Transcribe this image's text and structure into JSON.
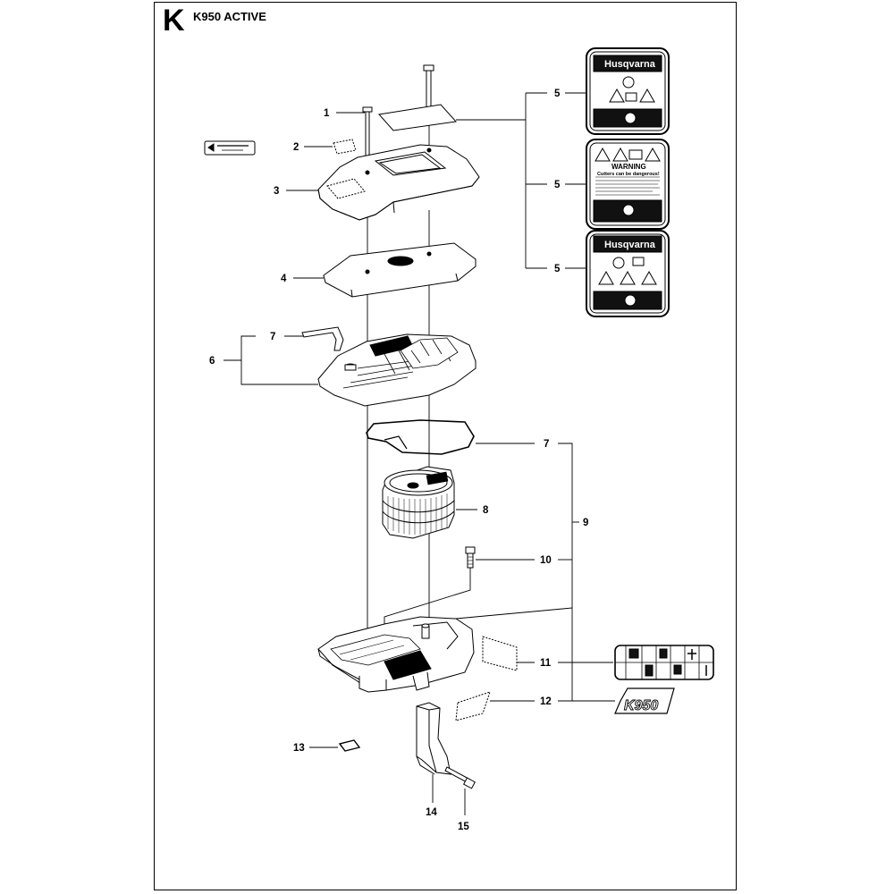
{
  "section_letter": "K",
  "title": "K950 ACTIVE",
  "callouts": {
    "c1": "1",
    "c2": "2",
    "c3": "3",
    "c4": "4",
    "c5a": "5",
    "c5b": "5",
    "c5c": "5",
    "c6": "6",
    "c7a": "7",
    "c7b": "7",
    "c8": "8",
    "c9": "9",
    "c10": "10",
    "c11": "11",
    "c12": "12",
    "c13": "13",
    "c14": "14",
    "c15": "15"
  },
  "labels": {
    "decal_top_brand": "Husqvarna",
    "decal_bottom_brand": "Husqvarna",
    "warning_heading": "WARNING",
    "warning_subheading": "Cutters can be dangerous!",
    "model_badge": "K950"
  },
  "colors": {
    "line": "#000000",
    "background": "#ffffff",
    "decal_dark": "#111111",
    "label_fill": "#e6e6e6"
  }
}
